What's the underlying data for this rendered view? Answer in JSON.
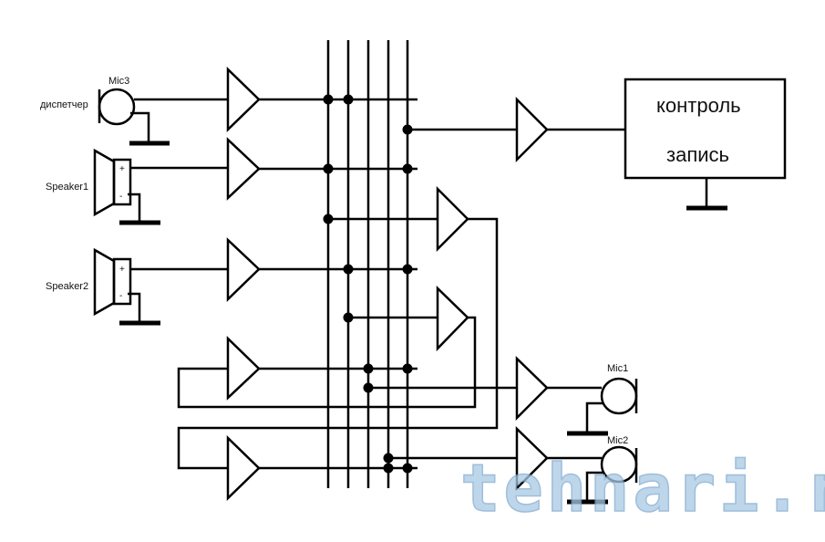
{
  "diagram": {
    "labels": {
      "mic3": "Mic3",
      "dispatcher": "диспетчер",
      "speaker1": "Speaker1",
      "speaker2": "Speaker2",
      "mic1": "Mic1",
      "mic2": "Mic2",
      "control_line1": "контроль",
      "control_line2": "запись"
    },
    "watermark": "tehnari.ru",
    "colors": {
      "line": "#000000",
      "watermark": "#a9c9e3"
    }
  }
}
